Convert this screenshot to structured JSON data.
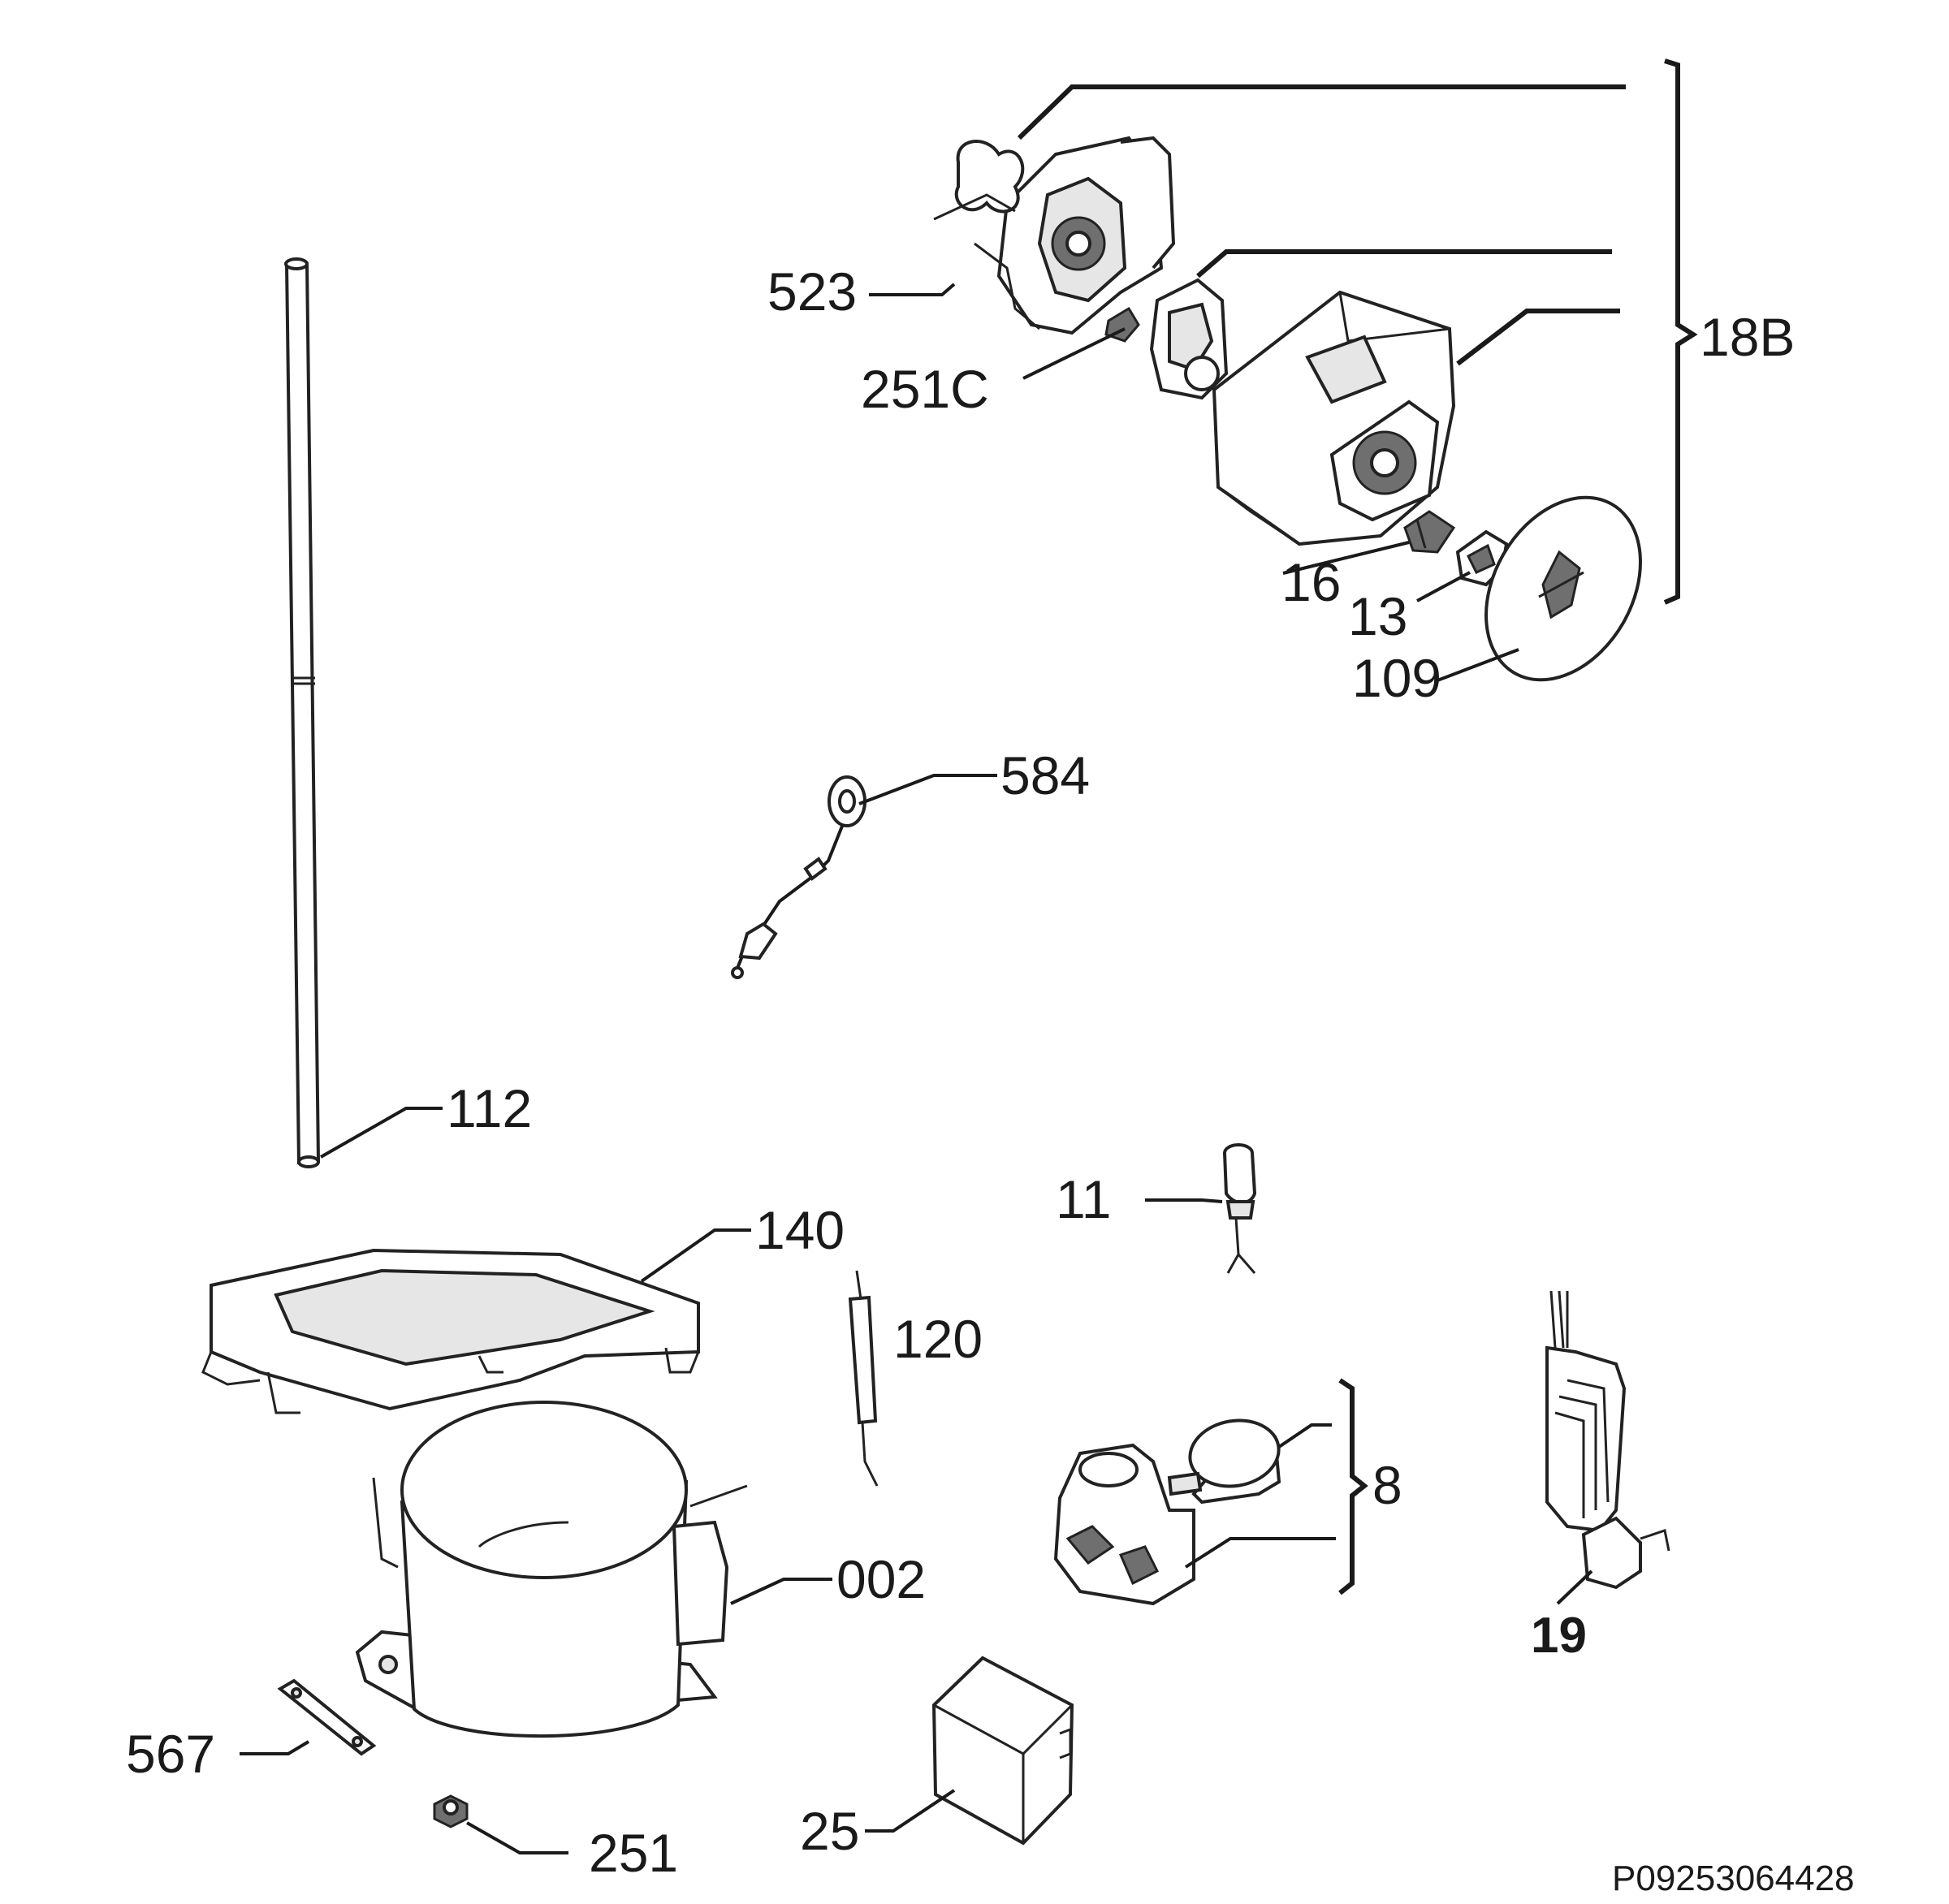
{
  "labels": {
    "p523": "523",
    "p251c": "251C",
    "p18b": "18B",
    "p16": "16",
    "p13": "13",
    "p109": "109",
    "p584": "584",
    "p112": "112",
    "p140": "140",
    "p11": "11",
    "p120": "120",
    "p8": "8",
    "p002": "002",
    "p19": "19",
    "p567": "567",
    "p25": "25",
    "p251": "251"
  },
  "drawing_code": "P09253064428"
}
